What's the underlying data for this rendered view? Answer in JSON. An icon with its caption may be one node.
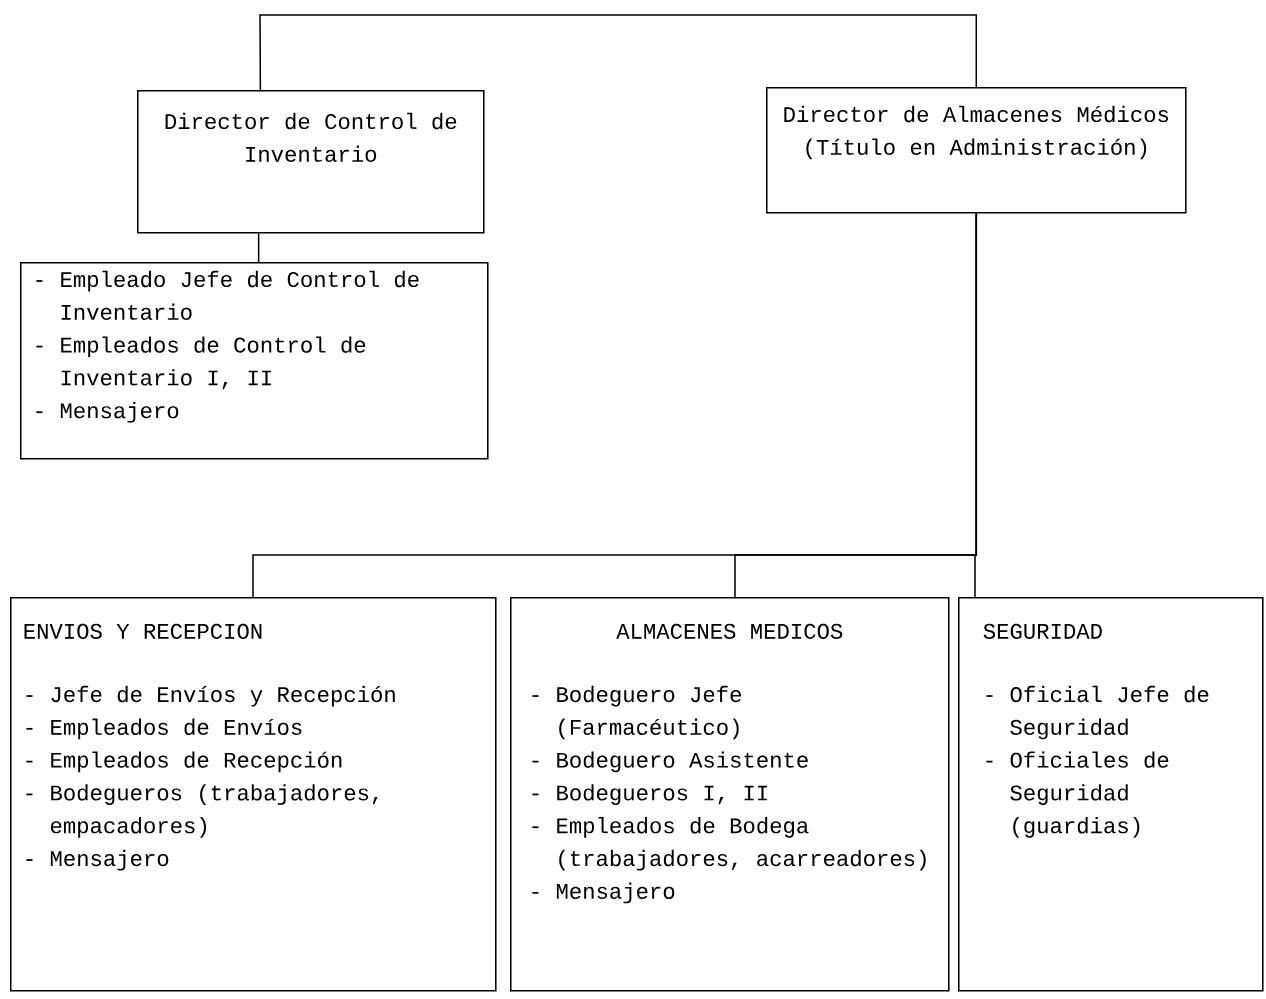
{
  "diagram": {
    "nodes": [
      {
        "text": [
          "Director de Control de Inventario"
        ]
      },
      {
        "text": [
          "Director de Almacenes Médicos (Título en Administración)"
        ]
      },
      {
        "text": [
          "- Empleado Jefe de Control de Inventario",
          "- Empleados de Control de Inventario I, II",
          "- Mensajero"
        ]
      },
      {
        "text": [
          "ENVIOS Y RECEPCION",
          "- Jefe de Envíos y Recepción",
          "- Empleados de Envíos",
          "- Empleados de Recepción",
          "- Bodegueros (trabajadores, empacadores)",
          "- Mensajero"
        ]
      },
      {
        "text": [
          "ALMACENES MEDICOS",
          "- Bodeguero Jefe (Farmacéutico)",
          "- Bodeguero Asistente",
          "- Bodegueros I, II",
          "- Empleados de Bodega (trabajadores, acarreadores)",
          "- Mensajero"
        ]
      },
      {
        "text": [
          "SEGURIDAD",
          "- Oficial Jefe de Seguridad",
          "- Oficiales de Seguridad (guardias)"
        ]
      }
    ],
    "edges": [
      {
        "from": 0,
        "to": 1,
        "arrow": "none"
      },
      {
        "from": 0,
        "to": 2,
        "arrow": "none"
      },
      {
        "from": 1,
        "to": 3,
        "arrow": "none"
      },
      {
        "from": 1,
        "to": 4,
        "arrow": "none"
      },
      {
        "from": 1,
        "to": 5,
        "arrow": "none"
      }
    ]
  }
}
